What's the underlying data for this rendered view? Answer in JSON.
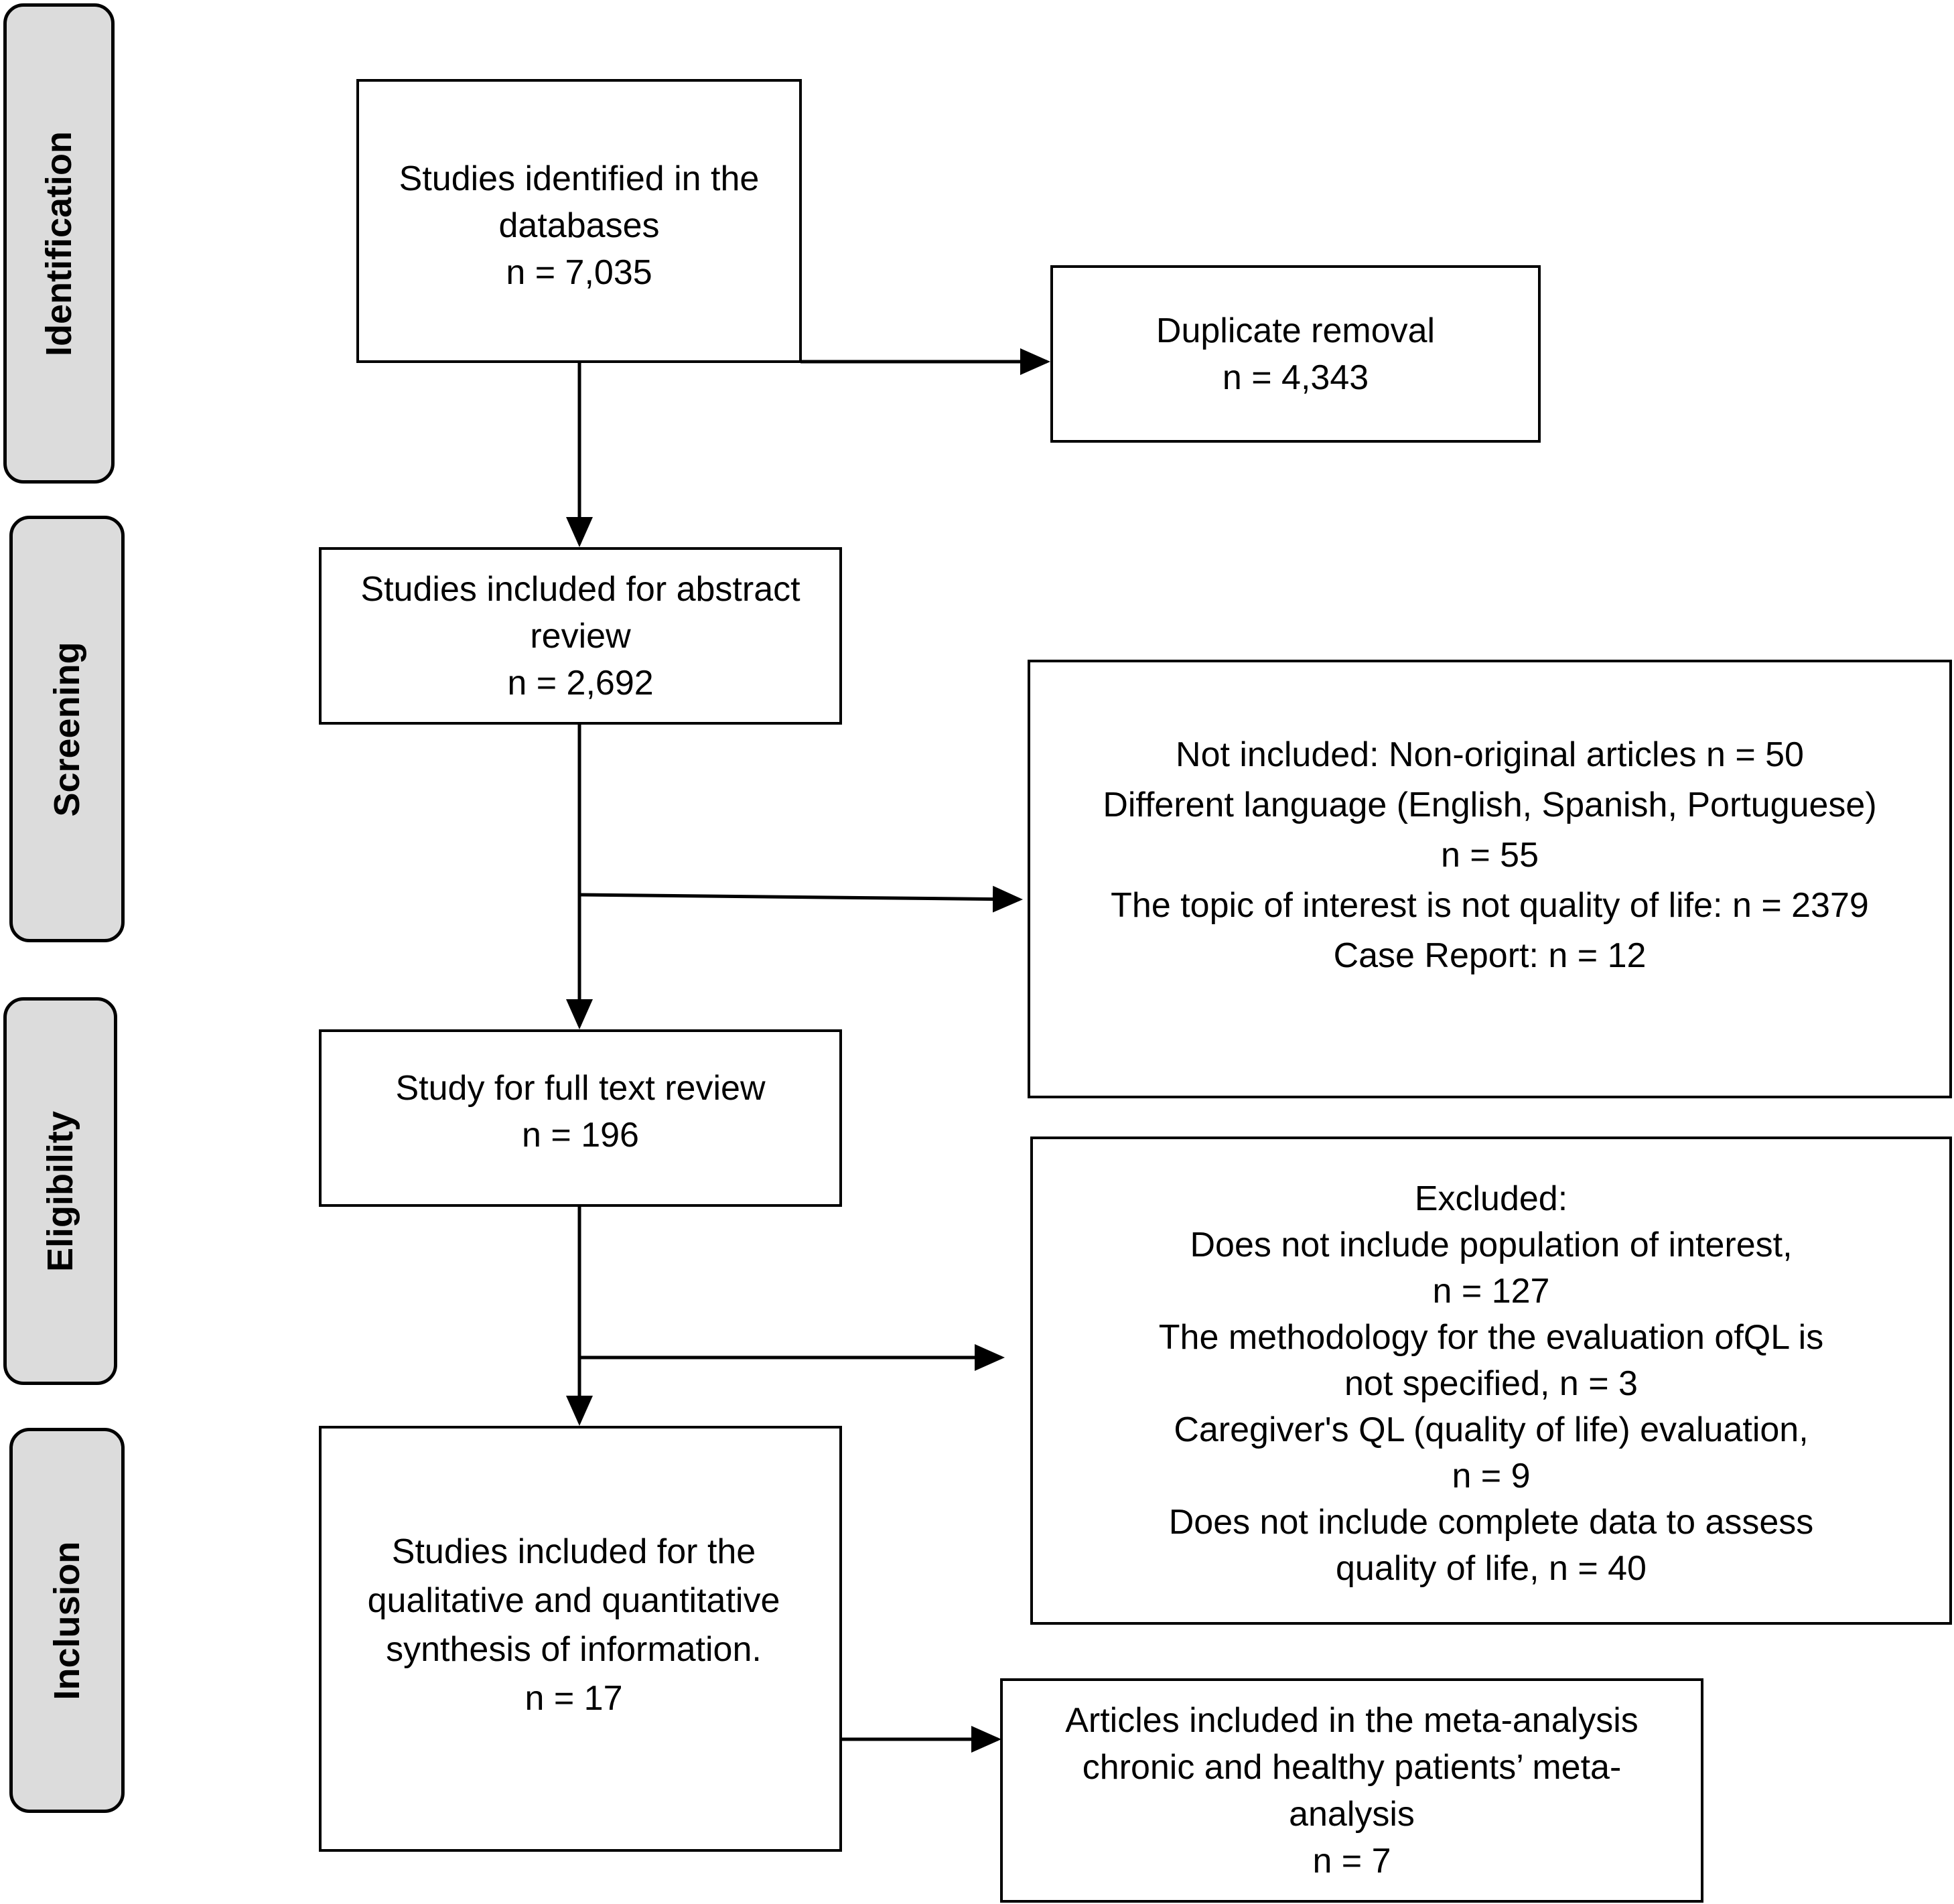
{
  "stages": {
    "identification": "Identification",
    "screening": "Screening",
    "eligibility": "Eligibility",
    "inclusion": "Inclusion"
  },
  "boxes": {
    "identified": {
      "line1": "Studies identified in the",
      "line2": "databases",
      "count": "n = 7,035"
    },
    "duplicates": {
      "line1": "Duplicate removal",
      "count": "n = 4,343"
    },
    "abstract_review": {
      "line1": "Studies included for abstract",
      "line2": "review",
      "count": "n = 2,692"
    },
    "not_included": {
      "line1": "Not included: Non-original articles n = 50",
      "line2": "Different language (English, Spanish, Portuguese)",
      "line3": "n = 55",
      "line4": "The topic of interest is not quality of life: n = 2379",
      "line5": "Case Report: n = 12"
    },
    "full_text": {
      "line1": "Study for full text review",
      "count": "n = 196"
    },
    "excluded": {
      "line1": "Excluded:",
      "line2": "Does not include population of interest,",
      "line3": "n = 127",
      "line4": "The methodology for the evaluation ofQL is",
      "line5": "not specified, n = 3",
      "line6": "Caregiver's QL (quality of life) evaluation,",
      "line7": "n = 9",
      "line8": "Does not include complete data to assess",
      "line9": "quality of life, n = 40"
    },
    "synthesis": {
      "line1": "Studies included for the",
      "line2": "qualitative and quantitative",
      "line3": "synthesis of information.",
      "count": "n = 17"
    },
    "meta_analysis": {
      "line1": "Articles included in the meta-analysis",
      "line2": "chronic and healthy patients’ meta-",
      "line3": "analysis",
      "count": "n = 7"
    }
  }
}
